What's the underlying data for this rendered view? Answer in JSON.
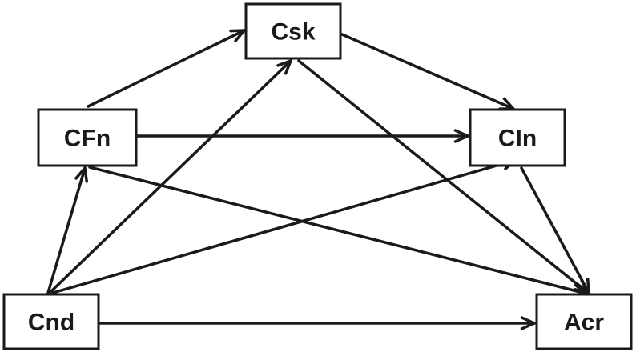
{
  "diagram": {
    "nodes": [
      {
        "id": "csk",
        "label": "Csk"
      },
      {
        "id": "cfn",
        "label": "CFn"
      },
      {
        "id": "cin",
        "label": "CIn"
      },
      {
        "id": "cnd",
        "label": "Cnd"
      },
      {
        "id": "acr",
        "label": "Acr"
      }
    ],
    "edges": [
      {
        "from": "cfn",
        "to": "csk"
      },
      {
        "from": "csk",
        "to": "cin"
      },
      {
        "from": "csk",
        "to": "acr"
      },
      {
        "from": "cfn",
        "to": "cin"
      },
      {
        "from": "cfn",
        "to": "acr"
      },
      {
        "from": "cin",
        "to": "acr"
      },
      {
        "from": "cnd",
        "to": "cfn"
      },
      {
        "from": "cnd",
        "to": "csk"
      },
      {
        "from": "cnd",
        "to": "cin"
      },
      {
        "from": "cnd",
        "to": "acr"
      }
    ],
    "colors": {
      "stroke": "#1a1a1a",
      "background": "#ffffff"
    }
  }
}
